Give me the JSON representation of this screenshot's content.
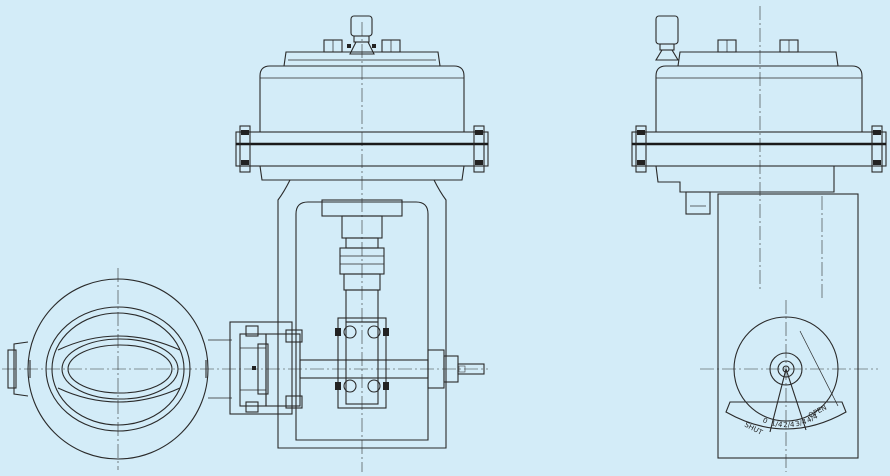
{
  "colors": {
    "background": "#d3ecf8",
    "line": "#2a2a2a"
  },
  "position_dial": {
    "shut_label": "SHUT",
    "open_label": "OPEN",
    "ticks": [
      "0",
      "1/4",
      "2/4",
      "3/4",
      "4/4"
    ]
  }
}
